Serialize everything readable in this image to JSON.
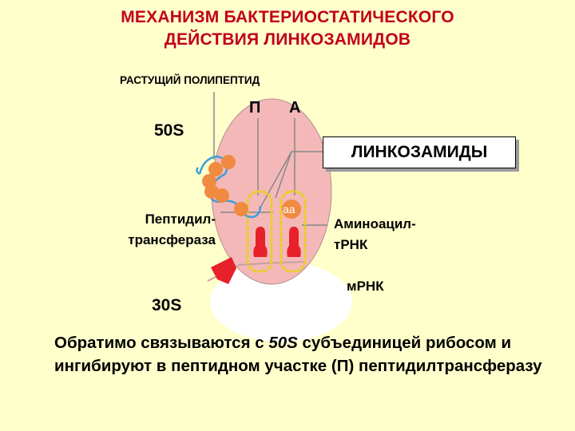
{
  "title": {
    "line1": "МЕХАНИЗМ БАКТЕРИОСТАТИЧЕСКОГО",
    "line2": "ДЕЙСТВИЯ ЛИНКОЗАМИДОВ"
  },
  "labels": {
    "growing_polypeptide": "РАСТУЩИЙ ПОЛИПЕПТИД",
    "subunit_50s": "50S",
    "site_p": "П",
    "site_a": "А",
    "lincosamides": "ЛИНКОЗАМИДЫ",
    "peptidyltransferase_line1": "Пептидил-",
    "peptidyltransferase_line2": "трансфераза",
    "aminoacyl_trna_line1": "Аминоацил-",
    "aminoacyl_trna_line2": "тРНК",
    "subunit_30s": "30S",
    "mrna": "мРНК",
    "aa": "аа"
  },
  "description": {
    "part1": "Обратимо связываются с ",
    "italic": "50S",
    "part2": " субъединицей рибосом и ингибируют в пептидном участке (П) пептидилтрансферазу"
  },
  "colors": {
    "background": "#ffffcc",
    "title": "#c0001a",
    "subunit_50s": "#f4b8b8",
    "subunit_30s": "#ffffff",
    "trna": "#e8202a",
    "amino_acid": "#f08a40",
    "polypeptide_chain": "#3aa0d8",
    "site_outline": "#e8d020"
  }
}
